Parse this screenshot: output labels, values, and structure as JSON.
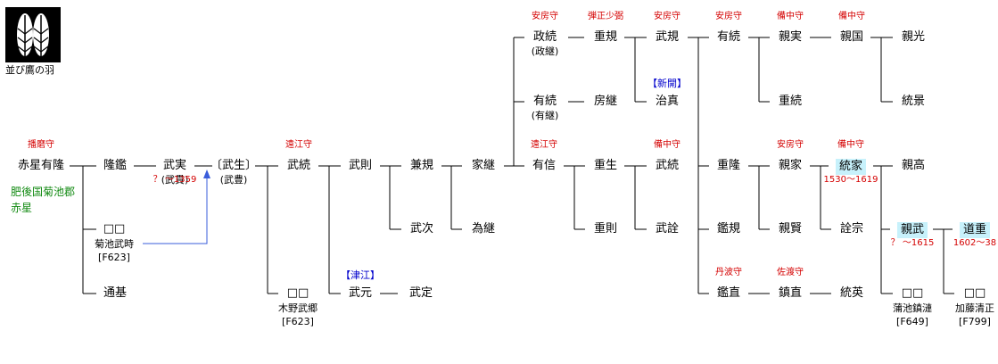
{
  "crest": {
    "label": "並び鷹の羽",
    "icon": "twin-hawk-feather-crest"
  },
  "origin_note": [
    "肥後国菊池郡",
    "赤星"
  ],
  "people": {
    "p1": {
      "name": "赤星有隆",
      "title": "播磨守"
    },
    "p2": {
      "name": "隆鑑"
    },
    "p3": {
      "name": "武実",
      "alias": "(武貫)",
      "dates": "？ ～1359"
    },
    "p4": {
      "name": "〔武生〕",
      "alias": "(武豊)"
    },
    "p5": {
      "name": "□□",
      "note": "菊池武時",
      "ref": "[F623]"
    },
    "p6": {
      "name": "通基"
    },
    "p7": {
      "name": "武続",
      "title": "遠江守"
    },
    "p8": {
      "name": "□□",
      "note": "木野武郷",
      "ref": "[F623]"
    },
    "p9": {
      "name": "武則"
    },
    "p10": {
      "name": "武元",
      "branch": "【津江】"
    },
    "p11": {
      "name": "武定"
    },
    "p12": {
      "name": "兼規"
    },
    "p13": {
      "name": "武次"
    },
    "p14": {
      "name": "家継"
    },
    "p15": {
      "name": "為継"
    },
    "p16": {
      "name": "政続",
      "alias": "(政継)",
      "title": "安房守"
    },
    "p17": {
      "name": "有続",
      "alias": "(有継)"
    },
    "p18": {
      "name": "有信",
      "title": "遠江守"
    },
    "p19": {
      "name": "重規",
      "title": "弾正少弼"
    },
    "p20": {
      "name": "房継"
    },
    "p21": {
      "name": "重生"
    },
    "p22": {
      "name": "重則"
    },
    "p23": {
      "name": "武規",
      "title": "安房守"
    },
    "p24": {
      "name": "治真",
      "branch": "【新開】"
    },
    "p25": {
      "name": "武続",
      "title": "備中守"
    },
    "p26": {
      "name": "武詮"
    },
    "p27": {
      "name": "有続",
      "title": "安房守"
    },
    "p28": {
      "name": "重隆"
    },
    "p29": {
      "name": "鑑規"
    },
    "p30": {
      "name": "鑑直",
      "title": "丹波守"
    },
    "p31": {
      "name": "親実",
      "title": "備中守"
    },
    "p32": {
      "name": "重続"
    },
    "p33": {
      "name": "親家",
      "title": "安房守"
    },
    "p34": {
      "name": "親賢"
    },
    "p35": {
      "name": "鎮直",
      "title": "佐渡守"
    },
    "p36": {
      "name": "親国",
      "title": "備中守"
    },
    "p37": {
      "name": "統家",
      "title": "備中守",
      "dates": "1530～1619"
    },
    "p38": {
      "name": "詮宗"
    },
    "p39": {
      "name": "統英"
    },
    "p40": {
      "name": "親光"
    },
    "p41": {
      "name": "統景"
    },
    "p42": {
      "name": "親高"
    },
    "p43": {
      "name": "親武",
      "dates": "？ ～1615"
    },
    "p44": {
      "name": "□□",
      "note": "蒲池鎮漣",
      "ref": "[F649]"
    },
    "p45": {
      "name": "道重",
      "dates": "1602～38"
    },
    "p46": {
      "name": "□□",
      "note": "加藤清正",
      "ref": "[F799]"
    }
  },
  "colors": {
    "title": "#d40000",
    "branch": "#0000cc",
    "origin": "#128a12",
    "highlight": "#c7f1fb",
    "adoption_arrow": "#3a5ddb"
  }
}
